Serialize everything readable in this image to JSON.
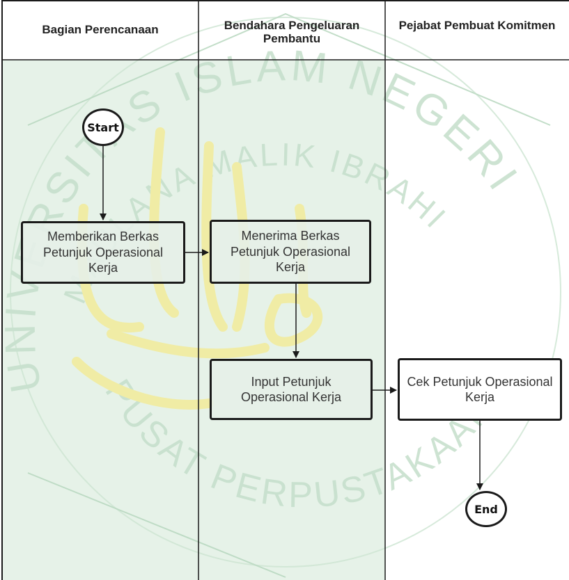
{
  "lanes": [
    {
      "title": "Bagian Perencanaan"
    },
    {
      "title": "Bendahara Pengeluaran Pembantu"
    },
    {
      "title": "Pejabat Pembuat Komitmen"
    }
  ],
  "nodes": {
    "start": "Start",
    "give_docs": "Memberikan Berkas Petunjuk Operasional Kerja",
    "receive_docs": "Menerima Berkas Petunjuk Operasional Kerja",
    "input_docs": "Input Petunjuk Operasional Kerja",
    "check_docs": "Cek Petunjuk Operasional Kerja",
    "end": "End"
  },
  "watermark": {
    "top_arc": "UNIVERSITAS ISLAM NEGERI",
    "middle_arc": "MAULANA MALIK IBRAHIM",
    "bottom_arc": "PUSAT PERPUSTAKAAN"
  },
  "colors": {
    "lane_fill": "#e6f2e8",
    "border": "#1a1a1a",
    "watermark": "#b8d8bf",
    "calligraphy": "#f2ec9a"
  }
}
